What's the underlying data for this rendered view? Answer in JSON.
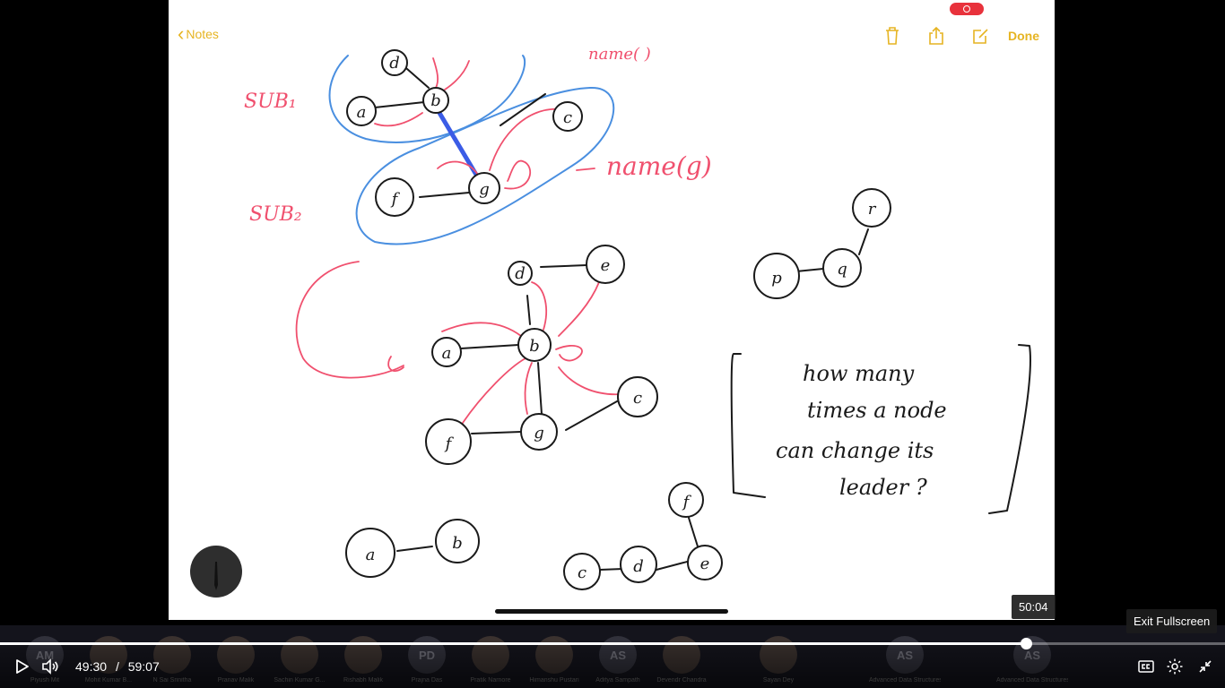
{
  "notes": {
    "back_label": "Notes",
    "done_label": "Done",
    "colors": {
      "accent": "#e6b422",
      "record": "#e8323c"
    }
  },
  "drawing": {
    "labels": {
      "sub1": "SUB₁",
      "sub2": "SUB₂",
      "name_g": "name(g)",
      "name_top": "name( )",
      "question": [
        "how many",
        "times a node",
        "can change its",
        "leader ?"
      ]
    },
    "node_letters": [
      "d",
      "b",
      "a",
      "c",
      "g",
      "f",
      "d",
      "e",
      "a",
      "b",
      "c",
      "g",
      "f",
      "r",
      "p",
      "q",
      "a",
      "b",
      "f",
      "c",
      "d",
      "e"
    ],
    "colors": {
      "ink": "#1a1a1a",
      "pink": "#f0506e",
      "blue": "#4a8fe0",
      "link": "#3b5ce6"
    }
  },
  "player": {
    "current_time": "49:30",
    "separator": "/",
    "duration": "59:07",
    "hover_time": "50:04",
    "exit_tooltip": "Exit Fullscreen",
    "progress_fraction": 0.8373,
    "icons": [
      "play-icon",
      "volume-icon",
      "captions-icon",
      "settings-icon",
      "exit-fullscreen-icon"
    ]
  },
  "participants": [
    {
      "initials": "AM",
      "name": "Piyush Mit"
    },
    {
      "initials": "",
      "name": "Mohit Kumar B..."
    },
    {
      "initials": "",
      "name": "N Sai Srinitha"
    },
    {
      "initials": "",
      "name": "Pranav Malik"
    },
    {
      "initials": "",
      "name": "Sachin Kumar G..."
    },
    {
      "initials": "",
      "name": "Rishabh Malik"
    },
    {
      "initials": "PD",
      "name": "Prajna Das"
    },
    {
      "initials": "",
      "name": "Pratik Narnore"
    },
    {
      "initials": "",
      "name": "Himanshu Pustari"
    },
    {
      "initials": "AS",
      "name": "Aditya Sampath"
    },
    {
      "initials": "",
      "name": "Devendr Chandra"
    },
    {
      "initials": "",
      "name": "Sayan Dey"
    },
    {
      "initials": "AS",
      "name": "Advanced Data Structures & Algorit..."
    },
    {
      "initials": "AS",
      "name": "Advanced Data Structures & Algorit..."
    }
  ]
}
